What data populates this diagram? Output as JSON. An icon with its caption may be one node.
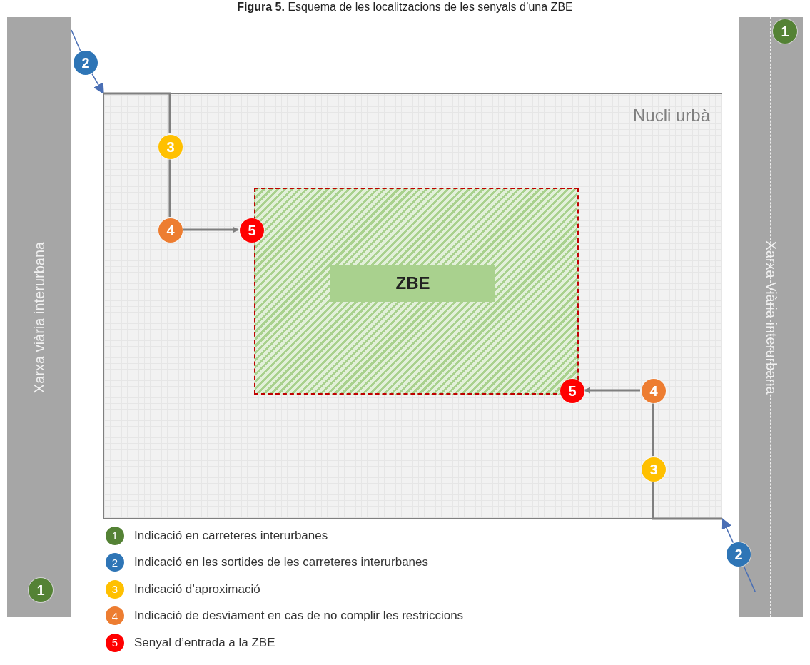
{
  "diagram": {
    "title": "**Figura 5.** Esquema de les localitzacions de les senyals d’una ZBE",
    "nodes": [
      {
        "text": [
          "Xarxa viària interurbana"
        ]
      },
      {
        "text": [
          "Xarxa Viària interurbana"
        ]
      },
      {
        "text": [
          "1"
        ],
        "in": 1
      },
      {
        "text": [
          "1"
        ],
        "in": 0
      },
      {
        "text": [
          "Nucli urbà"
        ]
      },
      {
        "text": [
          "ZBE"
        ],
        "in": 4
      },
      {
        "text": [
          "2"
        ]
      },
      {
        "text": [
          "3"
        ],
        "in": 4
      },
      {
        "text": [
          "4"
        ],
        "in": 4
      },
      {
        "text": [
          "5"
        ],
        "in": 4
      },
      {
        "text": [
          "5"
        ],
        "in": 4
      },
      {
        "text": [
          "4"
        ],
        "in": 4
      },
      {
        "text": [
          "3"
        ],
        "in": 4
      },
      {
        "text": [
          "2"
        ]
      }
    ],
    "edges": [
      {
        "from": 0,
        "to": 6,
        "arrow": "none",
        "color": "#4a6fb5"
      },
      {
        "from": 6,
        "to": 4,
        "arrow": "to",
        "color": "#4a6fb5"
      },
      {
        "from": null,
        "to": 7,
        "arrow": "none"
      },
      {
        "from": 7,
        "to": 8,
        "arrow": "none"
      },
      {
        "from": 8,
        "to": 9,
        "arrow": "to"
      },
      {
        "from": 11,
        "to": 10,
        "arrow": "to"
      },
      {
        "from": 12,
        "to": 11,
        "arrow": "none"
      },
      {
        "from": null,
        "to": 12,
        "arrow": "none"
      },
      {
        "from": 13,
        "to": 4,
        "arrow": "to",
        "color": "#4a6fb5"
      },
      {
        "from": 1,
        "to": 13,
        "arrow": "none",
        "color": "#4a6fb5"
      }
    ],
    "labels": [
      "1",
      "2",
      "3",
      "4",
      "5"
    ],
    "legend": [
      {
        "text": "Indicació en carreteres interurbanes",
        "color": "#548235"
      },
      {
        "text": "Indicació en les sortides de les carreteres interurbanes",
        "color": "#2e75b6"
      },
      {
        "text": "Indicació d’aproximació",
        "color": "#ffc000"
      },
      {
        "text": "Indicació de desviament en cas de no complir les restriccions",
        "color": "#ed7d31"
      },
      {
        "text": "Senyal d’entrada a la ZBE",
        "color": "#ff0000"
      }
    ]
  }
}
